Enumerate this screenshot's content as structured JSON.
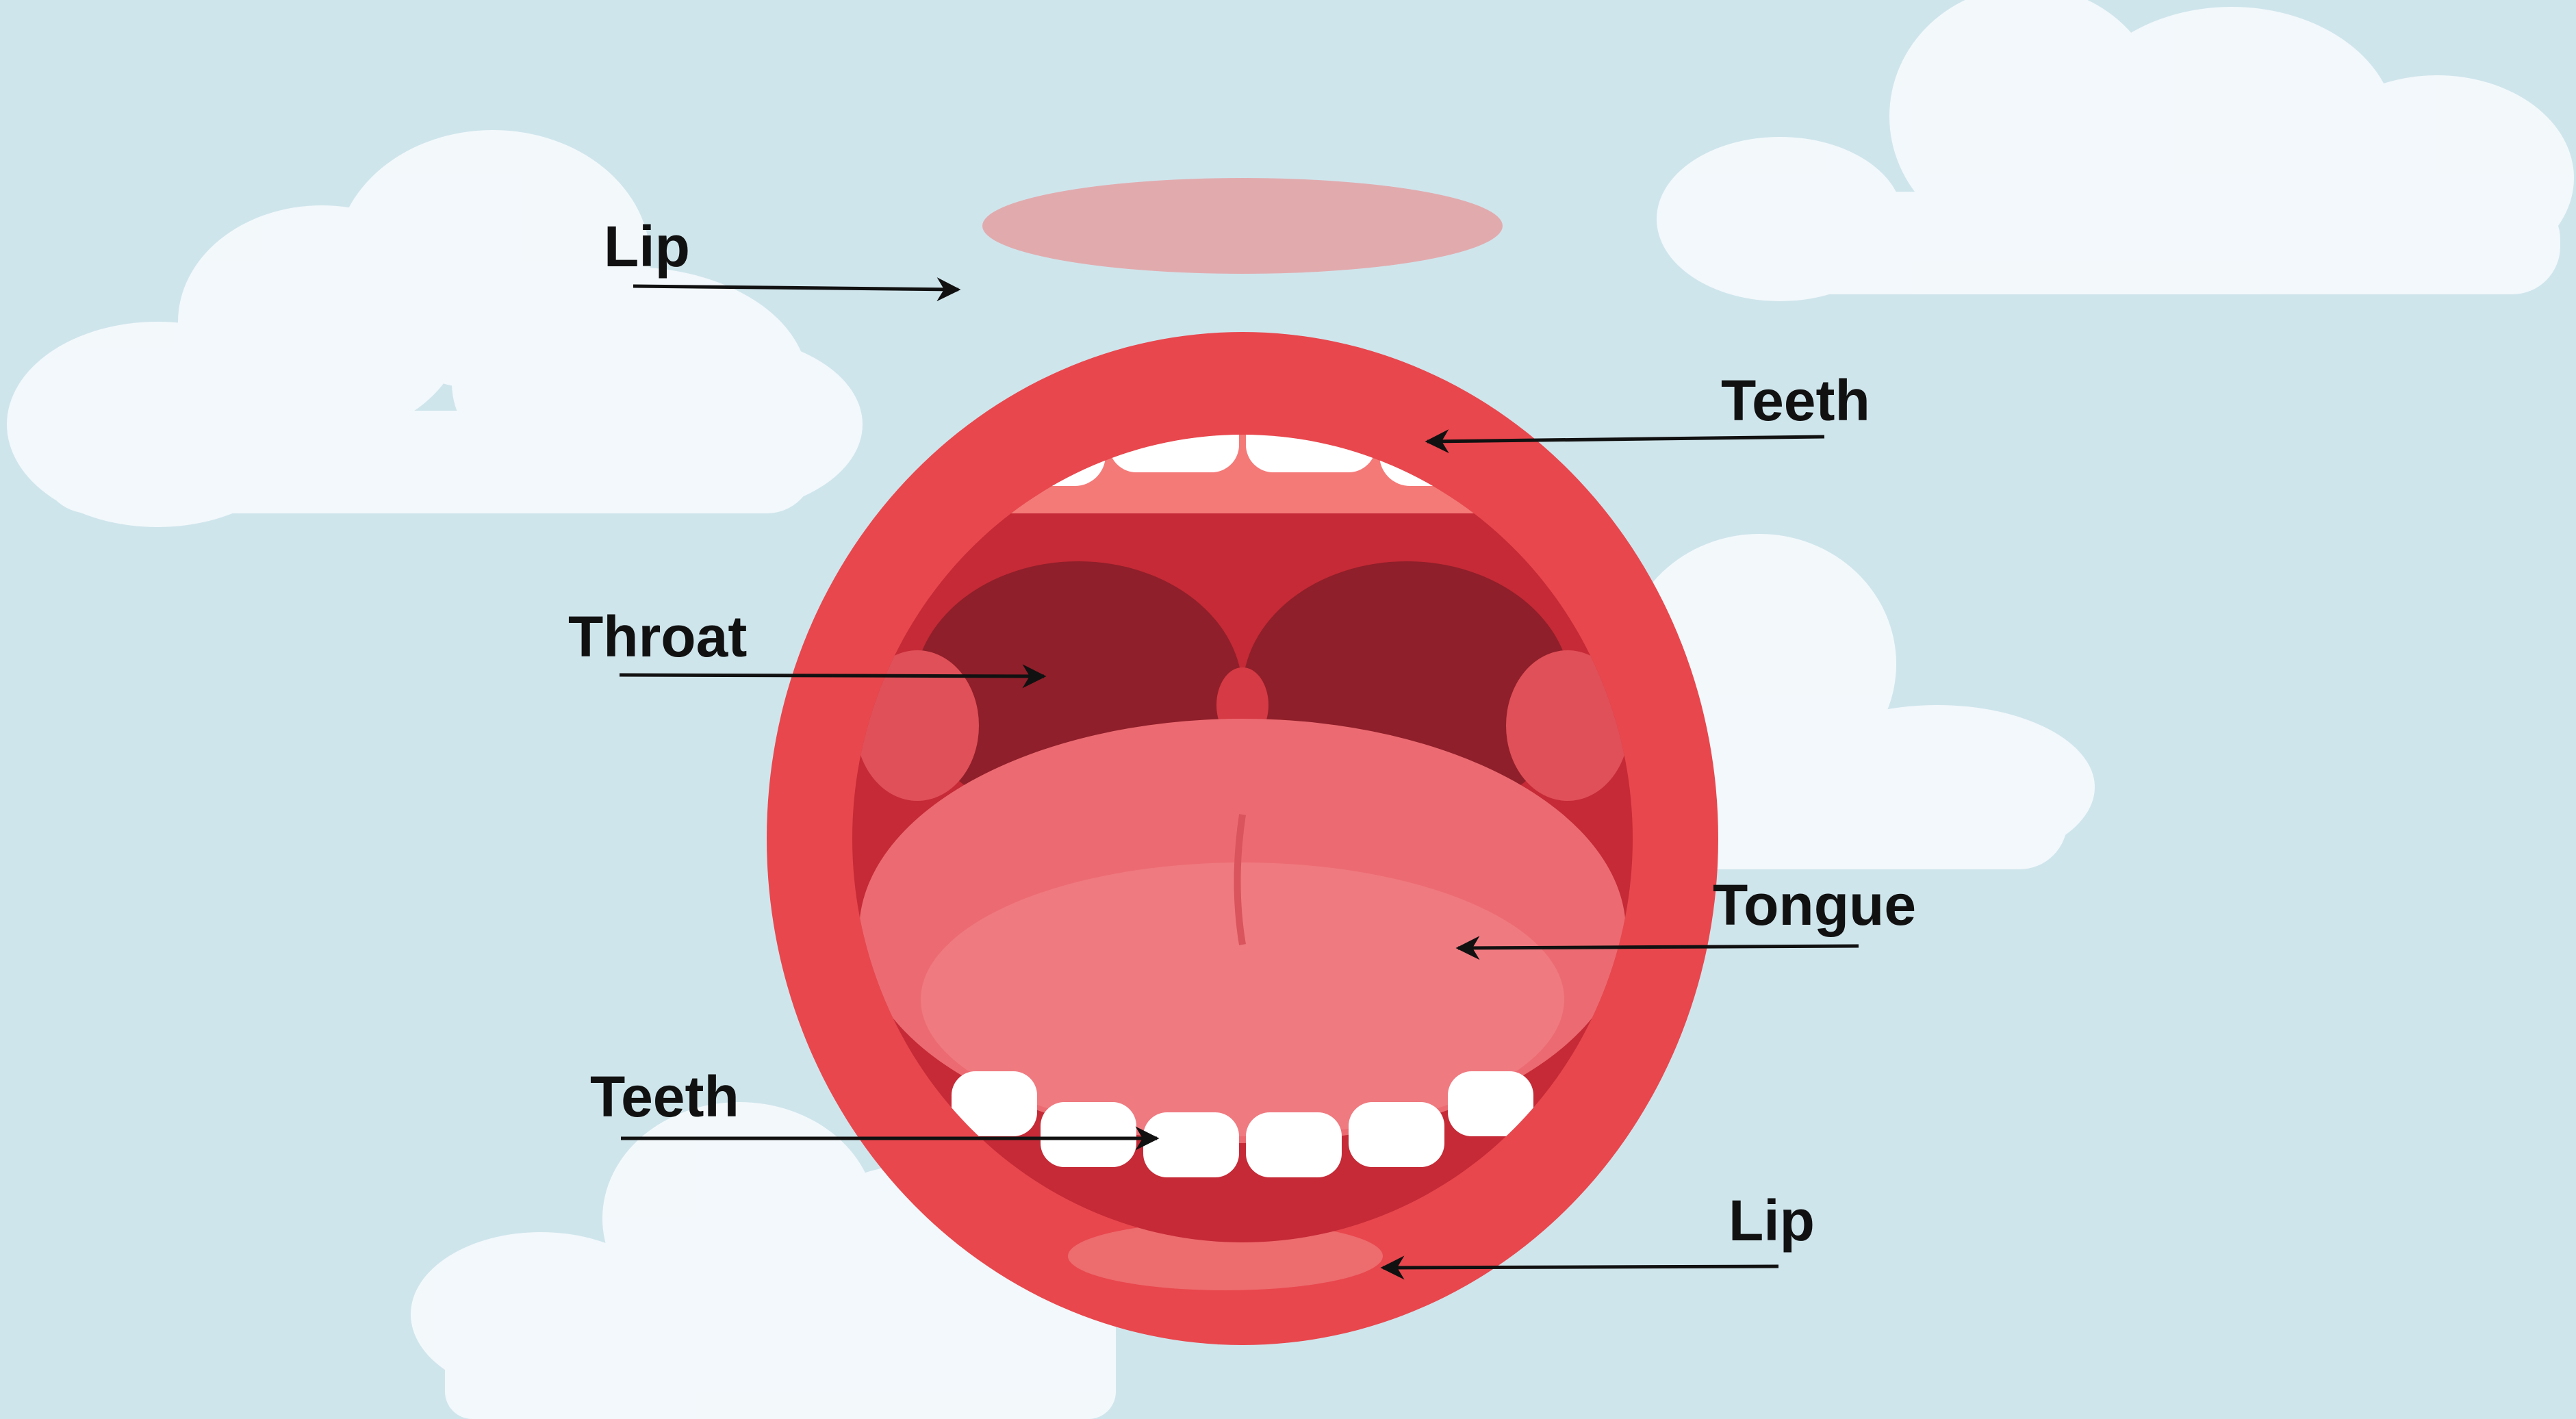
{
  "colors": {
    "sky": "#cfe5ec",
    "cloud": "#f6fbfd",
    "lip": "#e8474d",
    "lip_highlight": "#f07c7c",
    "gum": "#f47a78",
    "mouth_interior": "#c52a36",
    "throat": "#8f1f2a",
    "tongue": "#ec6b72",
    "tooth": "#ffffff",
    "arrow": "#111111"
  },
  "labels": {
    "lip_top": "Lip",
    "teeth_top": "Teeth",
    "throat": "Throat",
    "tongue": "Tongue",
    "teeth_bottom": "Teeth",
    "lip_bottom": "Lip"
  }
}
